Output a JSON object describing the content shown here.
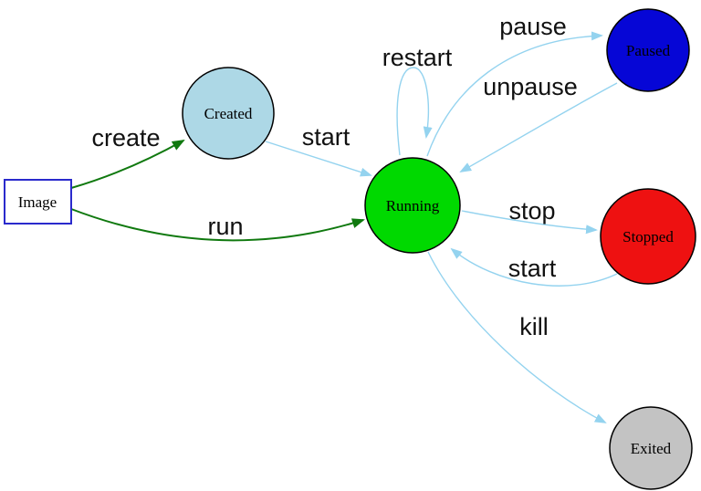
{
  "diagram": {
    "background": "#ffffff",
    "colors": {
      "edge_blue": "#94d3ef",
      "edge_green": "#10790f",
      "node_stroke": "#000000",
      "image_border": "#2a2acc"
    },
    "nodes": {
      "image": {
        "label": "Image",
        "shape": "rectangle",
        "fill": "#ffffff"
      },
      "created": {
        "label": "Created",
        "shape": "circle",
        "fill": "#add8e6"
      },
      "running": {
        "label": "Running",
        "shape": "circle",
        "fill": "#00d900"
      },
      "paused": {
        "label": "Paused",
        "shape": "circle",
        "fill": "#0606d6"
      },
      "stopped": {
        "label": "Stopped",
        "shape": "circle",
        "fill": "#ee1111"
      },
      "exited": {
        "label": "Exited",
        "shape": "circle",
        "fill": "#c3c3c3"
      }
    },
    "edges": {
      "create": {
        "label": "create",
        "from": "Image",
        "to": "Created",
        "color": "green"
      },
      "run": {
        "label": "run",
        "from": "Image",
        "to": "Running",
        "color": "green"
      },
      "start_created": {
        "label": "start",
        "from": "Created",
        "to": "Running",
        "color": "blue"
      },
      "restart": {
        "label": "restart",
        "from": "Running",
        "to": "Running",
        "color": "blue"
      },
      "pause": {
        "label": "pause",
        "from": "Running",
        "to": "Paused",
        "color": "blue"
      },
      "unpause": {
        "label": "unpause",
        "from": "Paused",
        "to": "Running",
        "color": "blue"
      },
      "stop": {
        "label": "stop",
        "from": "Running",
        "to": "Stopped",
        "color": "blue"
      },
      "start_stopped": {
        "label": "start",
        "from": "Stopped",
        "to": "Running",
        "color": "blue"
      },
      "kill": {
        "label": "kill",
        "from": "Running",
        "to": "Exited",
        "color": "blue"
      }
    }
  }
}
